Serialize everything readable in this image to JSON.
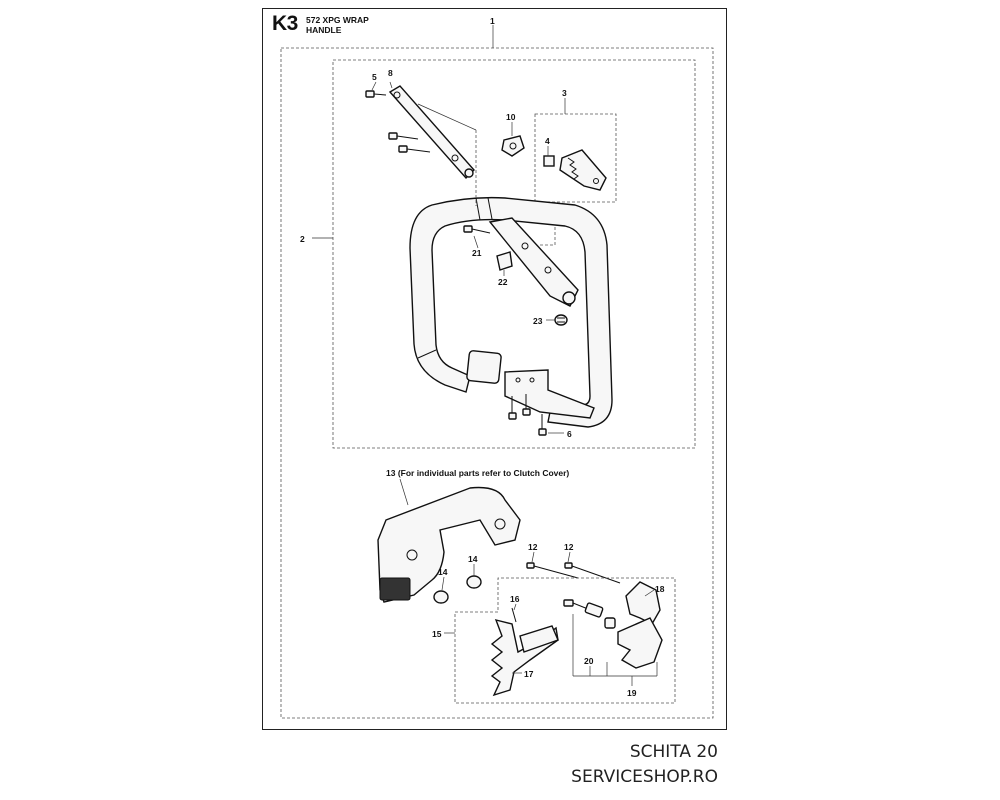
{
  "sheet": {
    "code": "K3",
    "title_line1": "572 XPG WRAP",
    "title_line2": "HANDLE"
  },
  "callouts": {
    "c1": "1",
    "c2": "2",
    "c3": "3",
    "c4": "4",
    "c5": "5",
    "c6": "6",
    "c8": "8",
    "c10": "10",
    "c12a": "12",
    "c12b": "12",
    "c13": "13 (For individual parts refer to Clutch Cover)",
    "c14a": "14",
    "c14b": "14",
    "c15": "15",
    "c16": "16",
    "c17": "17",
    "c18": "18",
    "c19": "19",
    "c20": "20",
    "c21": "21",
    "c22": "22",
    "c23": "23"
  },
  "footer": {
    "line1": "SCHITA 20",
    "line2": "SERVICESHOP.RO"
  }
}
